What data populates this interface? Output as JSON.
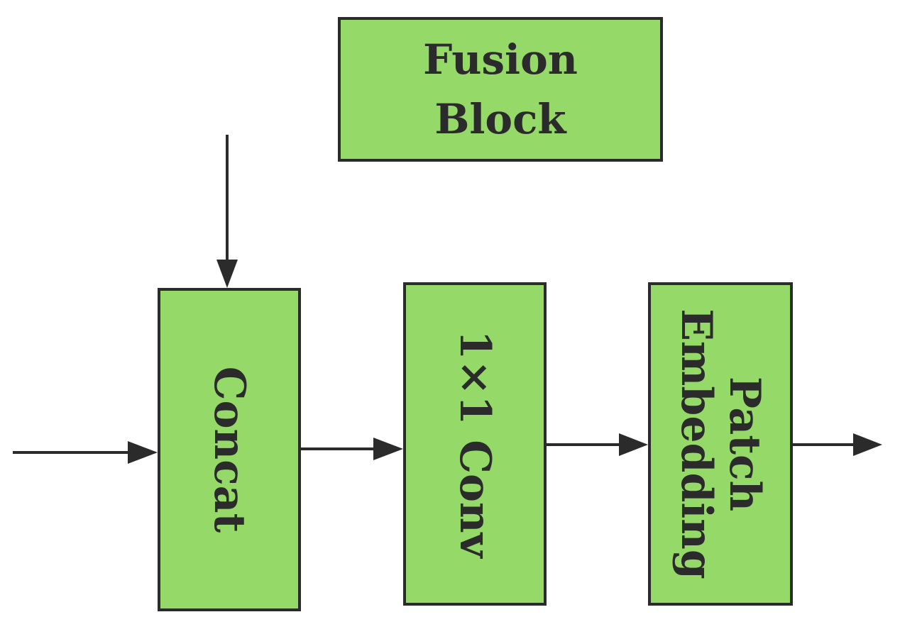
{
  "diagram": {
    "title_lines": [
      "Fusion",
      "Block"
    ],
    "blocks": [
      {
        "id": "concat",
        "lines": [
          "Concat"
        ]
      },
      {
        "id": "conv",
        "lines": [
          "1×1 Conv"
        ]
      },
      {
        "id": "patch",
        "lines": [
          "Patch",
          "Embedding"
        ]
      }
    ],
    "colors": {
      "block_fill": "#95d968",
      "stroke": "#2b2b2b",
      "text": "#2b2b2b"
    }
  }
}
